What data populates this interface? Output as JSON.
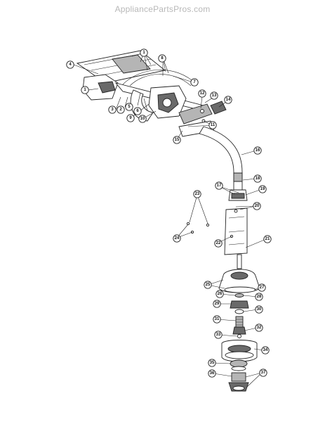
{
  "watermark": "AppliancePartsPros.com",
  "callouts": [
    {
      "label": "1"
    },
    {
      "label": "1"
    },
    {
      "label": "2"
    },
    {
      "label": "3"
    },
    {
      "label": "4"
    },
    {
      "label": "5"
    },
    {
      "label": "6"
    },
    {
      "label": "7"
    },
    {
      "label": "8"
    },
    {
      "label": "9"
    },
    {
      "label": "10"
    },
    {
      "label": "11"
    },
    {
      "label": "12"
    },
    {
      "label": "13"
    },
    {
      "label": "14"
    },
    {
      "label": "15"
    },
    {
      "label": "16"
    },
    {
      "label": "17"
    },
    {
      "label": "18"
    },
    {
      "label": "19"
    },
    {
      "label": "20"
    },
    {
      "label": "21"
    },
    {
      "label": "22"
    },
    {
      "label": "23"
    },
    {
      "label": "24"
    },
    {
      "label": "25"
    },
    {
      "label": "26"
    },
    {
      "label": "27"
    },
    {
      "label": "28"
    },
    {
      "label": "29"
    },
    {
      "label": "30"
    },
    {
      "label": "31"
    },
    {
      "label": "32"
    },
    {
      "label": "33"
    },
    {
      "label": "34"
    },
    {
      "label": "35"
    },
    {
      "label": "36"
    },
    {
      "label": "37"
    }
  ]
}
